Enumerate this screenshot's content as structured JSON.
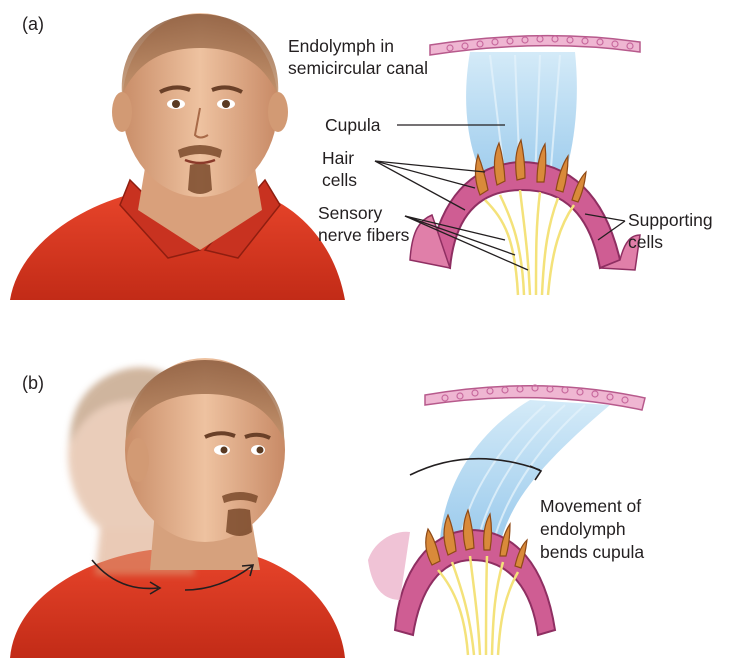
{
  "panels": [
    {
      "label": "(a)",
      "callouts": {
        "endolymph": [
          "Endolymph in",
          "semicircular canal"
        ],
        "cupula": "Cupula",
        "hair_cells": [
          "Hair",
          "cells"
        ],
        "sensory_nerve_fibers": [
          "Sensory",
          "nerve fibers"
        ],
        "supporting_cells": [
          "Supporting",
          "cells"
        ]
      }
    },
    {
      "label": "(b)",
      "callouts": {
        "movement": [
          "Movement of",
          "endolymph",
          "bends cupula"
        ]
      }
    }
  ],
  "colors": {
    "shirt": "#d9341f",
    "skin": "#e8b48e",
    "cupula": "#a9d3ef",
    "crista": "#c9568a",
    "hair_cell": "#d98a3a",
    "nerve": "#f4e27a",
    "membrane": "#e8a9c8"
  }
}
